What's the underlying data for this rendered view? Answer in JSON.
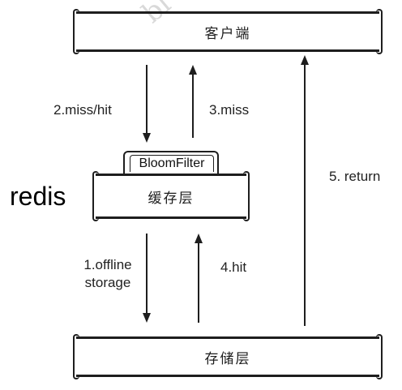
{
  "nodes": {
    "client": "客户端",
    "cache": "缓存层",
    "storage": "存储层",
    "bloom_filter": "BloomFilter",
    "redis": "redis"
  },
  "edges": {
    "miss_hit": "2.miss/hit",
    "miss": "3.miss",
    "offline_storage": "1.offline storage",
    "hit": "4.hit",
    "return": "5. return"
  },
  "watermark": "bl"
}
